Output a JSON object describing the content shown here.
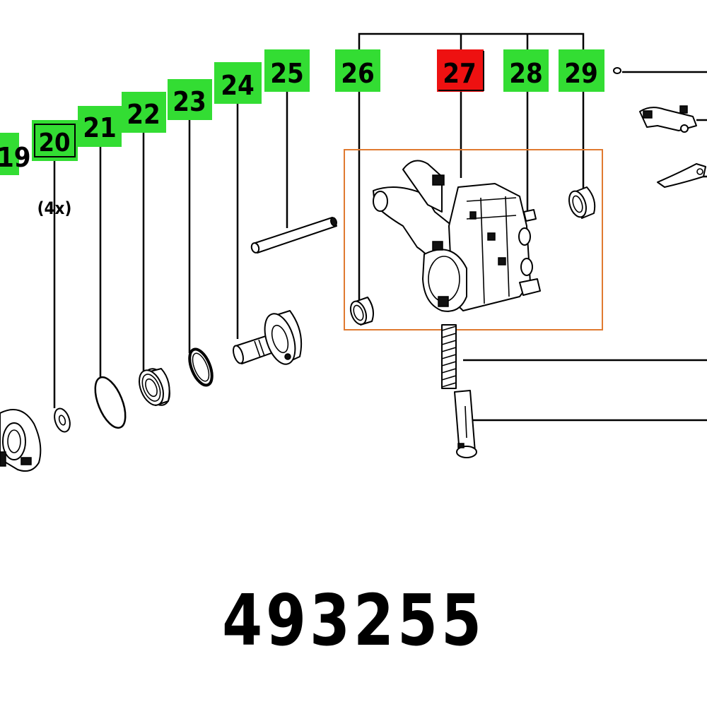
{
  "labels": {
    "l19": "19",
    "l20": "20",
    "l21": "21",
    "l22": "22",
    "l23": "23",
    "l24": "24",
    "l25": "25",
    "l26": "26",
    "l27": "27",
    "l28": "28",
    "l29": "29"
  },
  "quantity_note": "(4x)",
  "part_number": "493255",
  "colors": {
    "label_bg": "#33dd33",
    "selected_bg": "#ee1111",
    "highlight_frame": "#e07a30",
    "line": "#000000"
  },
  "selected_label": "27"
}
